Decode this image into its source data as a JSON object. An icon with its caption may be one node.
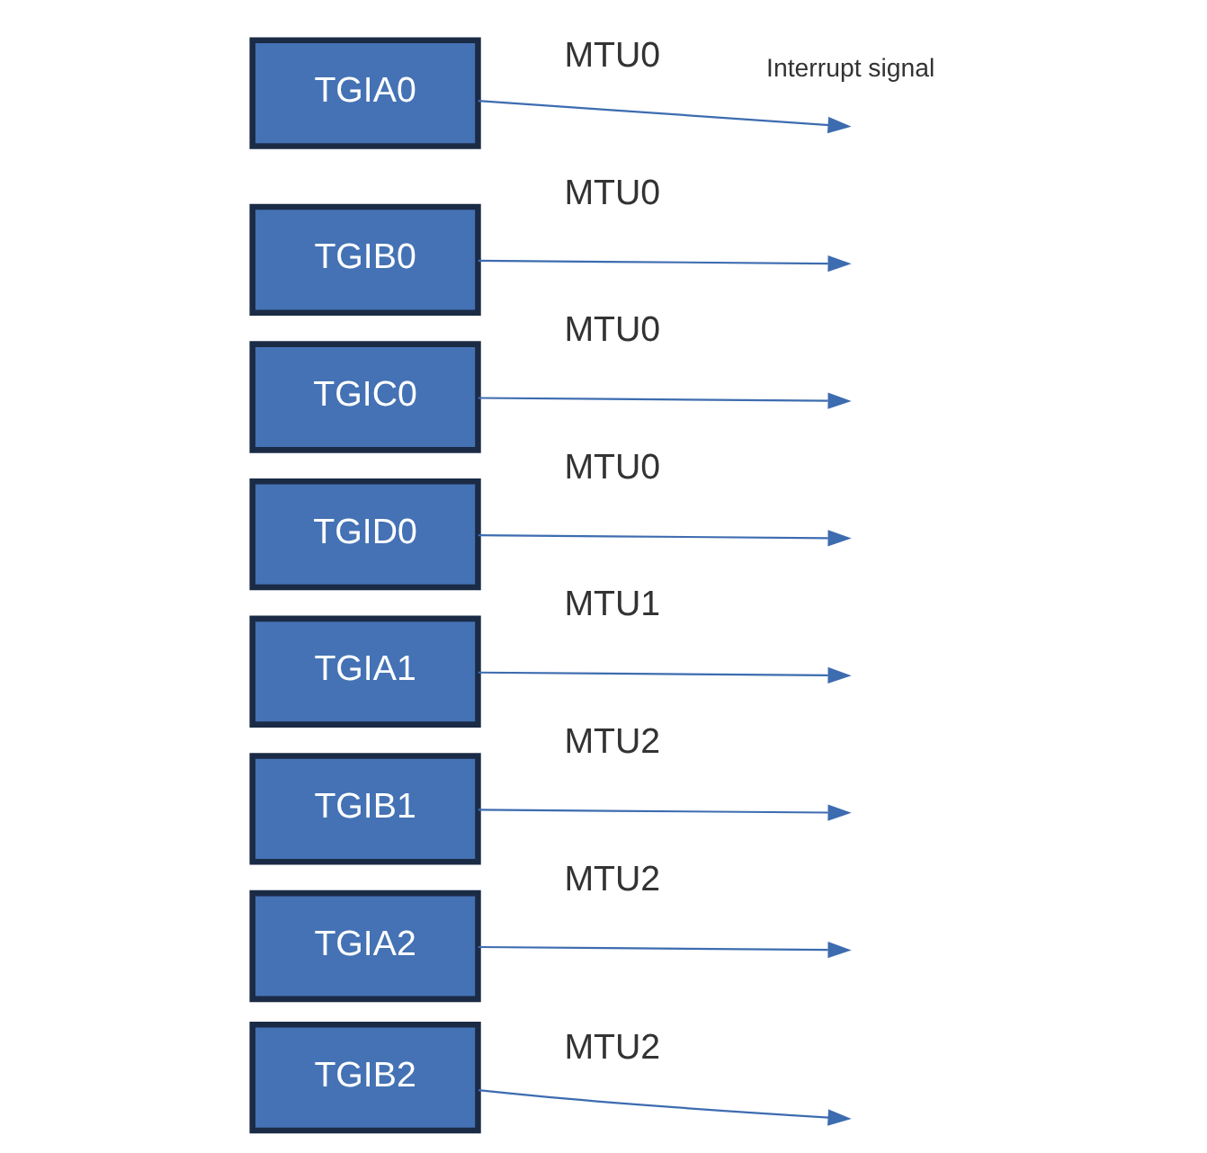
{
  "diagram": {
    "nodes": [
      {
        "text": [
          "TGIB2"
        ],
        "beside": [
          "MTU2"
        ]
      },
      {
        "text": [
          "TGIA2"
        ],
        "beside": [
          "MTU2"
        ]
      },
      {
        "text": [
          "TGIB1"
        ],
        "beside": [
          "MTU2"
        ]
      },
      {
        "text": [
          "TGIA1"
        ],
        "beside": [
          "MTU1"
        ]
      },
      {
        "text": [
          "TGID0"
        ],
        "beside": [
          "MTU0"
        ]
      },
      {
        "text": [
          "TGIC0"
        ],
        "beside": [
          "MTU0"
        ]
      },
      {
        "text": [
          "TGIB0"
        ],
        "beside": [
          "MTU0"
        ]
      },
      {
        "text": [
          "TGIA0"
        ],
        "beside": [
          "MTU0"
        ]
      }
    ],
    "edges": [
      {
        "from": 0,
        "to": null,
        "arrow": "to"
      },
      {
        "from": 1,
        "to": null,
        "arrow": "to"
      },
      {
        "from": 2,
        "to": null,
        "arrow": "to"
      },
      {
        "from": 3,
        "to": null,
        "arrow": "to"
      },
      {
        "from": 4,
        "to": null,
        "arrow": "to"
      },
      {
        "from": 5,
        "to": null,
        "arrow": "to"
      },
      {
        "from": 6,
        "to": null,
        "arrow": "to"
      },
      {
        "from": 7,
        "to": null,
        "arrow": "to"
      }
    ],
    "labels": [
      "Interrupt signal"
    ]
  }
}
